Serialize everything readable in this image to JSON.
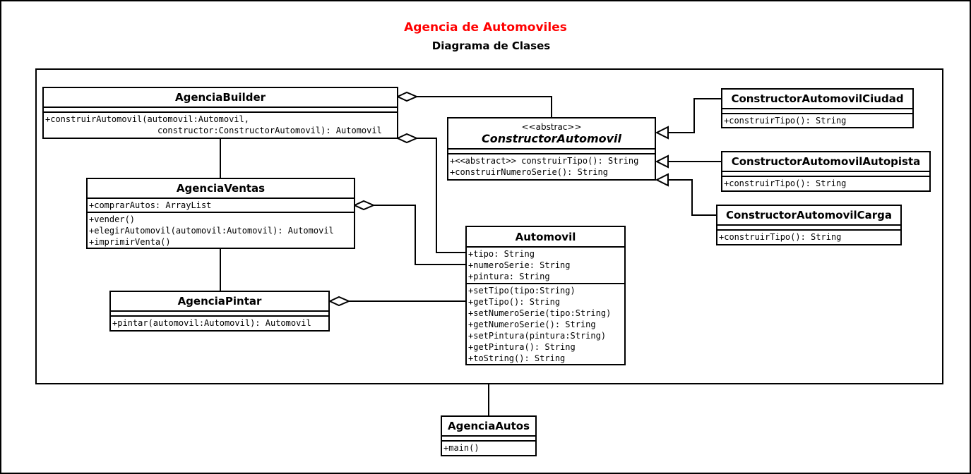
{
  "title": "Agencia de Automoviles",
  "subtitle": "Diagrama de Clases",
  "classes": {
    "agencia_builder": {
      "name": "AgenciaBuilder",
      "methods": [
        "+construirAutomovil(automovil:Automovil,",
        "                      constructor:ConstructorAutomovil): Automovil"
      ]
    },
    "constructor_automovil": {
      "stereotype": "<<abstrac>>",
      "name": "ConstructorAutomovil",
      "methods": [
        "+<<abstract>> construirTipo(): String",
        "+construirNumeroSerie(): String"
      ]
    },
    "constructor_ciudad": {
      "name": "ConstructorAutomovilCiudad",
      "methods": [
        "+construirTipo(): String"
      ]
    },
    "constructor_autopista": {
      "name": "ConstructorAutomovilAutopista",
      "methods": [
        "+construirTipo(): String"
      ]
    },
    "constructor_carga": {
      "name": "ConstructorAutomovilCarga",
      "methods": [
        "+construirTipo(): String"
      ]
    },
    "agencia_ventas": {
      "name": "AgenciaVentas",
      "attributes": [
        "+comprarAutos: ArrayList"
      ],
      "methods": [
        "+vender()",
        "+elegirAutomovil(automovil:Automovil): Automovil",
        "+imprimirVenta()"
      ]
    },
    "automovil": {
      "name": "Automovil",
      "attributes": [
        "+tipo: String",
        "+numeroSerie: String",
        "+pintura: String"
      ],
      "methods": [
        "+setTipo(tipo:String)",
        "+getTipo(): String",
        "+setNumeroSerie(tipo:String)",
        "+getNumeroSerie(): String",
        "+setPintura(pintura:String)",
        "+getPintura(): String",
        "+toString(): String"
      ]
    },
    "agencia_pintar": {
      "name": "AgenciaPintar",
      "methods": [
        "+pintar(automovil:Automovil): Automovil"
      ]
    },
    "agencia_autos": {
      "name": "AgenciaAutos",
      "methods": [
        "+main()"
      ]
    }
  }
}
